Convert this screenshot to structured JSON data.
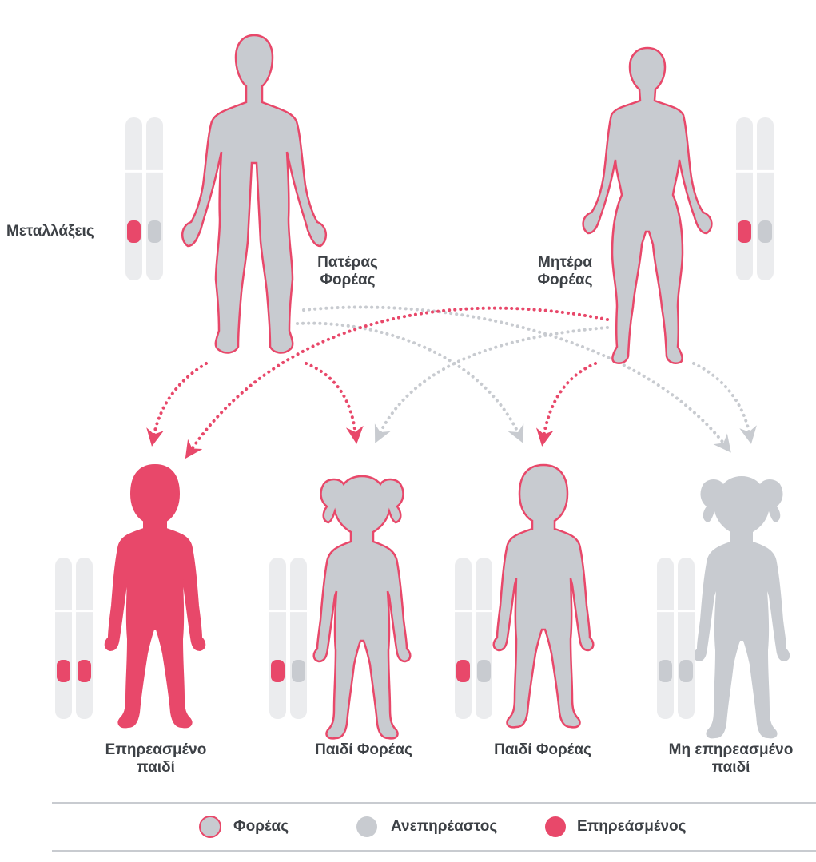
{
  "colors": {
    "affected": "#e8486a",
    "carrier_outline": "#e8486a",
    "body_grey": "#c8cbd0",
    "chromosome_bg": "#ebecee",
    "chromosome_grey_band": "#c8cbd0",
    "arrow_grey": "#c8cbd0",
    "text": "#3d4146",
    "divider": "#c8cbd0"
  },
  "labels": {
    "mutations": "Μεταλλάξεις",
    "father_line1": "Πατέρας",
    "father_line2": "Φορέας",
    "mother_line1": "Μητέρα",
    "mother_line2": "Φορέας",
    "child1_line1": "Επηρεασμένο",
    "child1_line2": "παιδί",
    "child2": "Παιδί Φορέας",
    "child3": "Παιδί Φορέας",
    "child4_line1": "Μη επηρεασμένο",
    "child4_line2": "παιδί"
  },
  "legend": {
    "carrier": "Φορέας",
    "unaffected": "Ανεπηρέαστος",
    "affected": "Επηρεάσμένος"
  },
  "icons": {
    "father": "adult-male-figure-icon",
    "mother": "adult-female-figure-icon",
    "boy": "boy-figure-icon",
    "girl": "girl-figure-icon",
    "chromosome": "chromosome-pair-icon"
  }
}
